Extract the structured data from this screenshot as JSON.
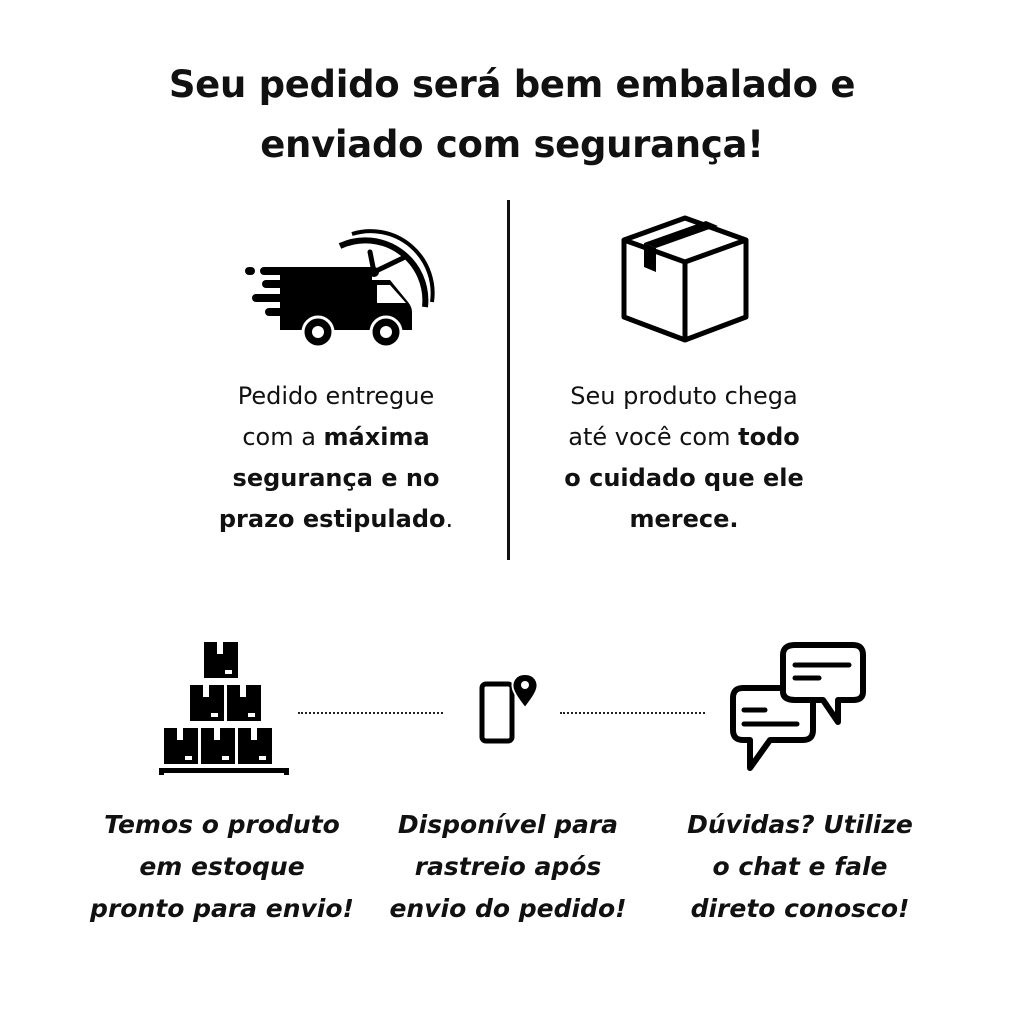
{
  "title": {
    "line1": "Seu pedido será bem embalado e",
    "line2": "enviado com segurança!"
  },
  "left_block": {
    "icon": "delivery-truck-clock-icon",
    "l1": "Pedido entregue",
    "l2a": "com a ",
    "l2b": "máxima",
    "l3": "segurança e no",
    "l4a": "prazo estipulado",
    "l4b": "."
  },
  "right_block": {
    "icon": "package-box-icon",
    "l1": "Seu produto chega",
    "l2a": "até você com ",
    "l2b": "todo",
    "l3": "o cuidado que ele",
    "l4": "merece."
  },
  "features": [
    {
      "icon": "stacked-boxes-icon",
      "l1": "Temos o produto",
      "l2": "em estoque",
      "l3": "pronto para envio!"
    },
    {
      "icon": "phone-location-icon",
      "l1": "Disponível para",
      "l2": "rastreio após",
      "l3": "envio do pedido!"
    },
    {
      "icon": "chat-bubbles-icon",
      "l1": "Dúvidas? Utilize",
      "l2": "o chat e fale",
      "l3": "direto conosco!"
    }
  ]
}
